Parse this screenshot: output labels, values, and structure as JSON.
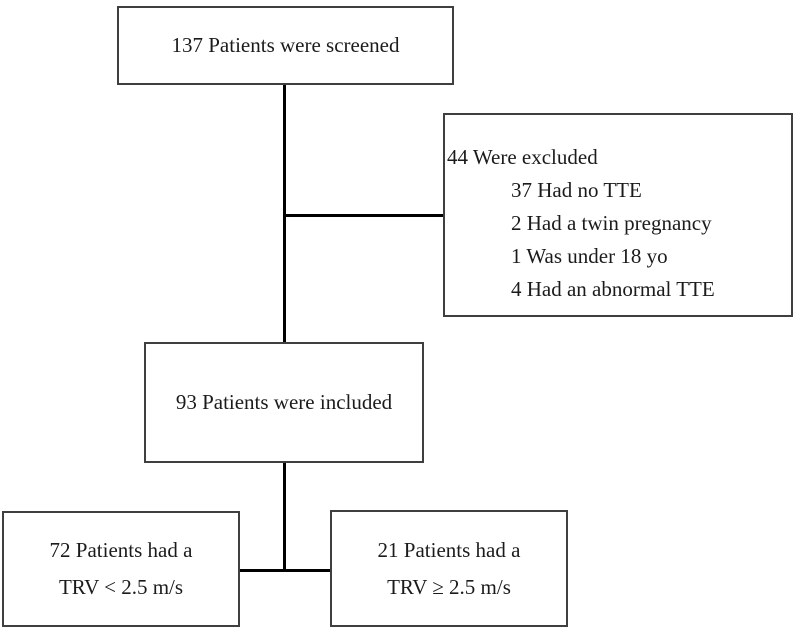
{
  "diagram": {
    "type": "patient-flowchart",
    "boxes": {
      "screened": {
        "text": "137 Patients were screened"
      },
      "excluded": {
        "title": "44 Were excluded",
        "items": [
          "37 Had no TTE",
          "2 Had a twin pregnancy",
          "1 Was under 18 yo",
          "4 Had an abnormal TTE"
        ]
      },
      "included": {
        "text": "93 Patients were included"
      },
      "trv_low": {
        "line1": "72 Patients had a",
        "line2": "TRV < 2.5 m/s"
      },
      "trv_high": {
        "line1": "21 Patients had a",
        "line2": "TRV ≥ 2.5 m/s"
      }
    },
    "colors": {
      "border": "#3f3f3f",
      "line": "#000000",
      "text": "#1b1b1b",
      "background": "#ffffff"
    }
  }
}
